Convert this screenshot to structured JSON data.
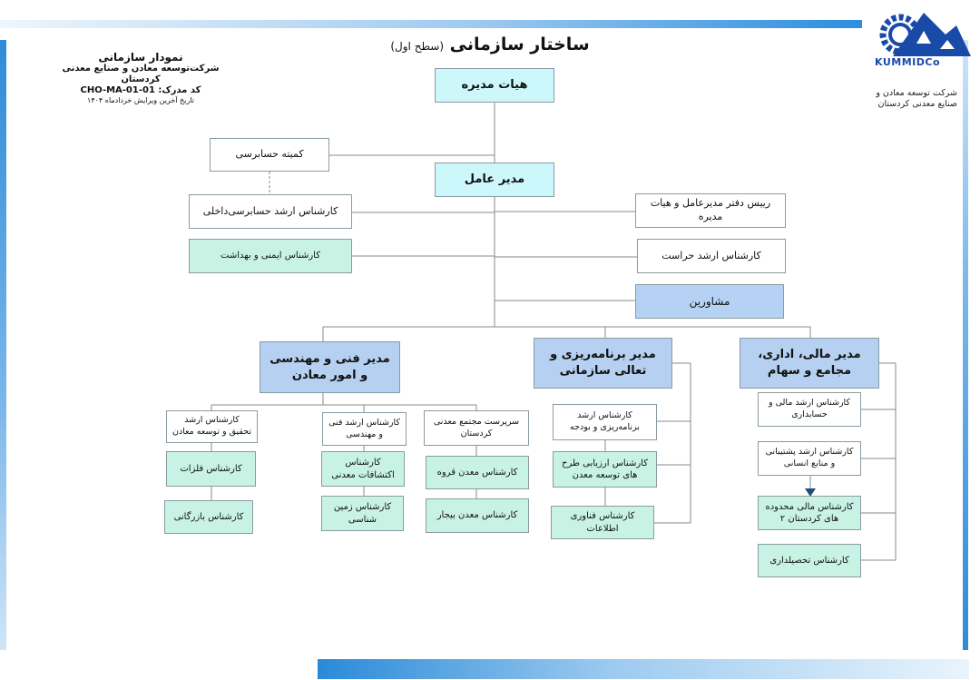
{
  "header": {
    "title": "ساختار سازمانی",
    "subtitle": "(سطح اول)",
    "info_title": "نمودار سازمانی",
    "info_company": "شرکت‌توسعه معادن و صنایع معدنی کردستان",
    "info_code": "کد مدرک: CHO-MA-01-01",
    "info_date": "تاریخ آخرین ویرایش خردادماه ۱۴۰۴",
    "logo_text": "KUMMIDCo",
    "company_name": "شرکت توسعه معادن و صنایع معدنی کردستان"
  },
  "colors": {
    "top_box": "#ccf8fb",
    "mint_box": "#c8f3e4",
    "blue_box": "#b5d2f5",
    "connector": "#8a8a8a",
    "logo": "#1a4aa8"
  },
  "nodes": {
    "board": "هیات مدیره",
    "ceo": "مدیر عامل",
    "audit_committee": "کمیته حسابرسی",
    "internal_audit": "کارشناس ارشد حسابرسی‌داخلی",
    "hse": "کارشناس ایمنی و بهداشت",
    "office_head": "رییس دفتر مدیرعامل و هیات مدیره",
    "security": "کارشناس ارشد حراست",
    "advisors": "مشاورین",
    "tech_manager": "مدیر فنی و مهندسی و امور معادن",
    "planning_manager": "مدیر برنامه‌ریزی و تعالی سازمانی",
    "finance_manager": "مدیر مالی، اداری، مجامع و سهام",
    "research_expert": "کارشناس ارشد تحقیق و توسعه معادن",
    "metals_expert": "کارشناس فلزات",
    "commerce_expert": "کارشناس بازرگانی",
    "tech_eng_expert": "کارشناس ارشد فنی و مهندسی",
    "exploration_expert": "کارشناس اکتشافات معدنی",
    "geology_expert": "کارشناس زمین شناسی",
    "complex_supervisor": "سرپرست مجتمع معدنی کردستان",
    "qorveh_mine": "کارشناس معدن قروه",
    "bijar_mine": "کارشناس معدن بیجار",
    "budget_expert": "کارشناس ارشد برنامه‌ریزی و بودجه",
    "evaluation_expert": "کارشناس ارزیابی طرح های توسعه معدن",
    "it_expert": "کارشناس فناوری اطلاعات",
    "accounting_expert": "کارشناس ارشد مالی و حسابداری",
    "hr_expert": "کارشناس ارشد پشتیبانی و منابع انسانی",
    "regions_finance": "کارشناس مالی محدوده های کردستان ۲",
    "collections_expert": "کارشناس تحصیلداری"
  }
}
